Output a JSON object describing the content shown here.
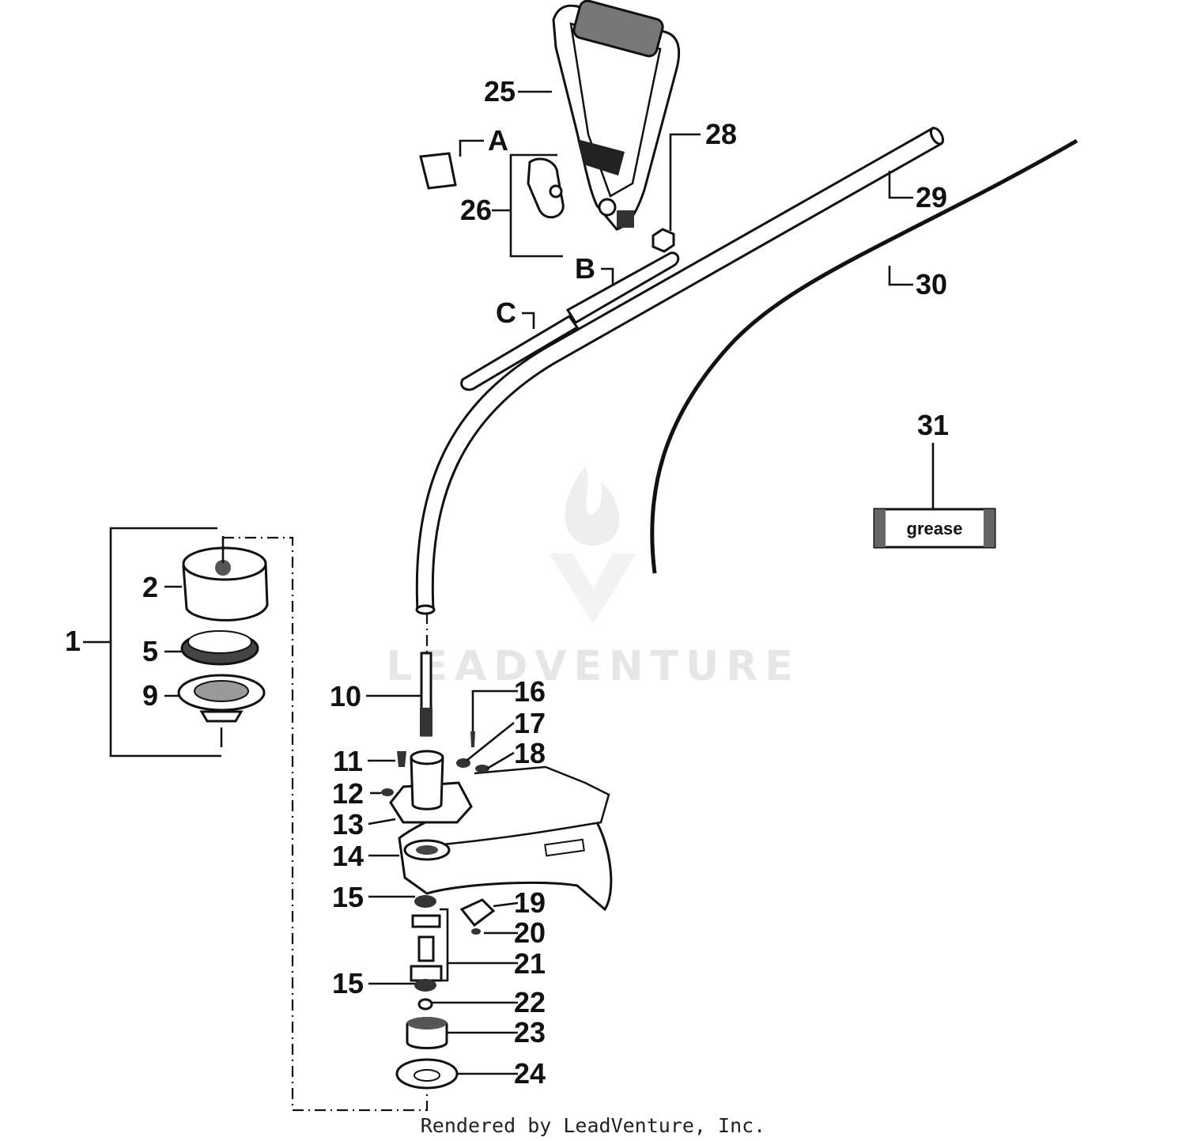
{
  "callouts": {
    "c1": "1",
    "c2": "2",
    "c5": "5",
    "c9": "9",
    "c10": "10",
    "c11": "11",
    "c12": "12",
    "c13": "13",
    "c14": "14",
    "c15a": "15",
    "c15b": "15",
    "c16": "16",
    "c17": "17",
    "c18": "18",
    "c19": "19",
    "c20": "20",
    "c21": "21",
    "c22": "22",
    "c23": "23",
    "c24": "24",
    "c25": "25",
    "c26": "26",
    "c28": "28",
    "c29": "29",
    "c30": "30",
    "c31": "31",
    "cA": "A",
    "cB": "B",
    "cC": "C"
  },
  "grease_label": "grease",
  "watermark": "LEADVENTURE",
  "footer": "Rendered by LeadVenture, Inc."
}
